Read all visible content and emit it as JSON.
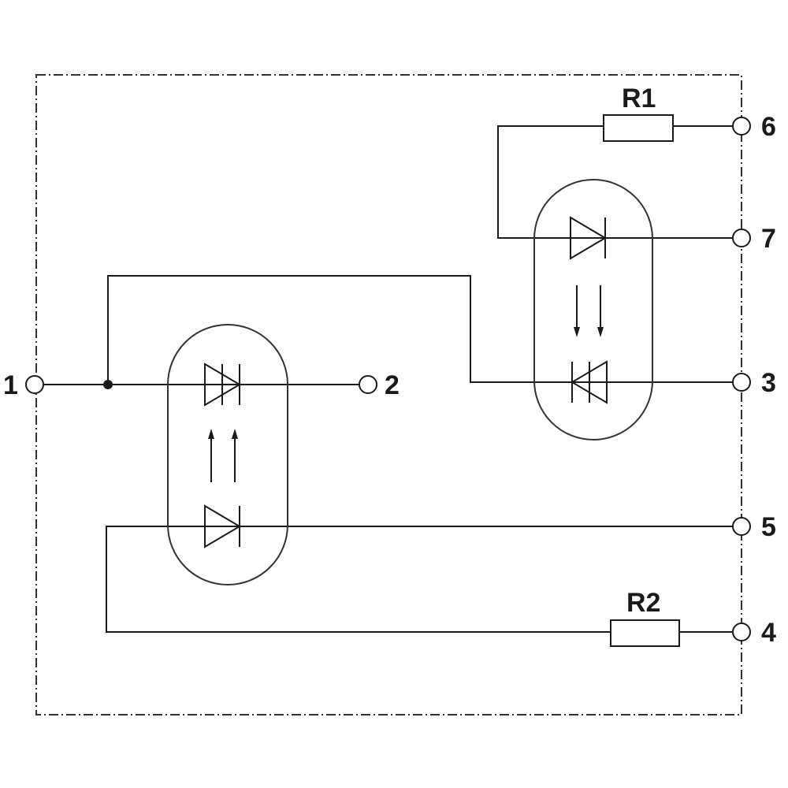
{
  "terminals": {
    "t1": "1",
    "t2": "2",
    "t3": "3",
    "t4": "4",
    "t5": "5",
    "t6": "6",
    "t7": "7"
  },
  "components": {
    "r1": "R1",
    "r2": "R2"
  }
}
